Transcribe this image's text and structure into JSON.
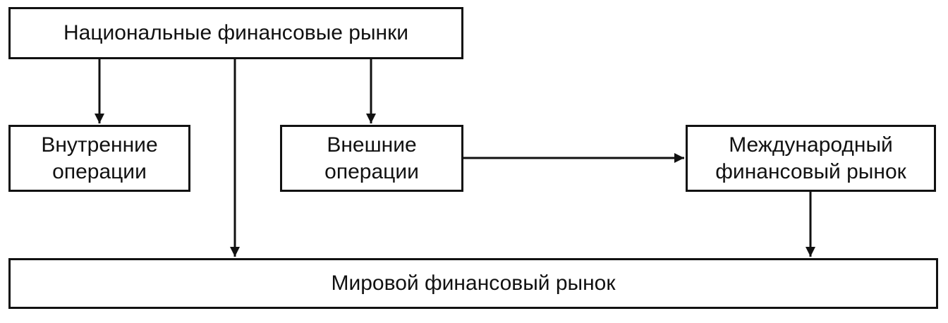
{
  "colors": {
    "line": "#111111",
    "background": "#ffffff"
  },
  "nodes": {
    "national": "Национальные финансовые рынки",
    "internal": [
      "Внутренние",
      "операции"
    ],
    "external": [
      "Внешние",
      "операции"
    ],
    "international": [
      "Международный",
      "финансовый рынок"
    ],
    "world": "Мировой финансовый рынок"
  },
  "edges": [
    {
      "from": "national",
      "to": "internal"
    },
    {
      "from": "national",
      "to": "world"
    },
    {
      "from": "national",
      "to": "external"
    },
    {
      "from": "external",
      "to": "international"
    },
    {
      "from": "international",
      "to": "world"
    }
  ]
}
